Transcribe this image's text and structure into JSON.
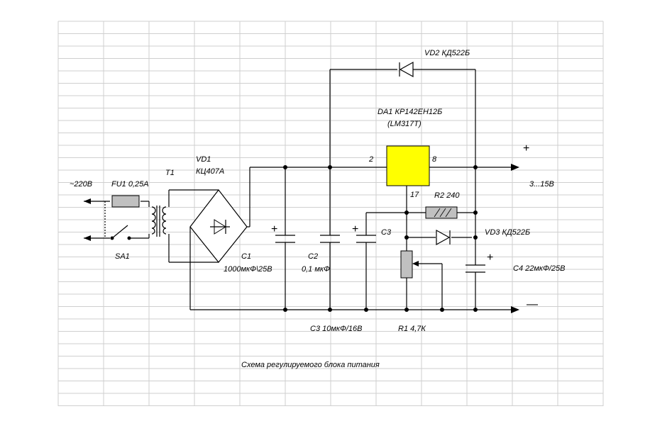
{
  "title": "Схема регулируемого блока питания",
  "labels": {
    "mains": "~220В",
    "fuse": "FU1 0,25А",
    "switch": "SA1",
    "transformer": "Т1",
    "bridge_name": "VD1",
    "bridge_type": "КЦ407А",
    "c1_name": "С1",
    "c1_value": "1000мкФ\\25В",
    "c2_name": "С2",
    "c2_value": "0,1 мкФ",
    "c3_name": "С3",
    "c3_value": "С3 10мкФ/16В",
    "c4_value": "С4 22мкФ/25В",
    "vd2": "VD2 КД522Б",
    "vd3": "VD3 КД522Б",
    "da1_name": "DA1 КР142ЕН12Б",
    "da1_alt": "(LM317T)",
    "pin_in": "2",
    "pin_out": "8",
    "pin_adj": "17",
    "r2": "R2 240",
    "r1": "R1 4,7К",
    "output_range": "3...15В",
    "plus": "+",
    "minus": "—"
  },
  "colors": {
    "regulator_fill": "#ffff00",
    "component_fill": "#c0c0c0",
    "grid": "#cfcfcf"
  }
}
